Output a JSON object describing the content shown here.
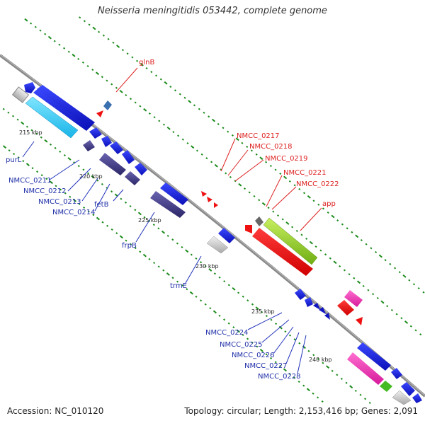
{
  "title": "Neisseria meningitidis 053442, complete genome",
  "footer": {
    "accession": "Accession: NC_010120",
    "summary": "Topology: circular; Length: 2,153,416 bp; Genes: 2,091"
  },
  "colors": {
    "backbone": "#888888",
    "tick_marks": "#1a8a1a",
    "blue_label": "#1f2fa8",
    "red_label": "#dd1f1f"
  },
  "kbp_ticks": [
    "215 kbp",
    "220 kbp",
    "225 kbp",
    "230 kbp",
    "235 kbp",
    "240 kbp"
  ],
  "gene_labels": [
    {
      "text": "glnB",
      "color": "red"
    },
    {
      "text": "purL",
      "color": "blue"
    },
    {
      "text": "NMCC_0211",
      "color": "blue"
    },
    {
      "text": "NMCC_0212",
      "color": "blue"
    },
    {
      "text": "NMCC_0213",
      "color": "blue"
    },
    {
      "text": "NMCC_0214",
      "color": "blue"
    },
    {
      "text": "fetB",
      "color": "blue"
    },
    {
      "text": "frpB",
      "color": "blue"
    },
    {
      "text": "trmE",
      "color": "blue"
    },
    {
      "text": "NMCC_0217",
      "color": "red"
    },
    {
      "text": "NMCC_0218",
      "color": "red"
    },
    {
      "text": "NMCC_0219",
      "color": "red"
    },
    {
      "text": "NMCC_0221",
      "color": "red"
    },
    {
      "text": "NMCC_0222",
      "color": "red"
    },
    {
      "text": "app",
      "color": "red"
    },
    {
      "text": "NMCC_0224",
      "color": "blue"
    },
    {
      "text": "NMCC_0225",
      "color": "blue"
    },
    {
      "text": "NMCC_0226",
      "color": "blue"
    },
    {
      "text": "NMCC_0227",
      "color": "blue"
    },
    {
      "text": "NMCC_0228",
      "color": "blue"
    }
  ]
}
